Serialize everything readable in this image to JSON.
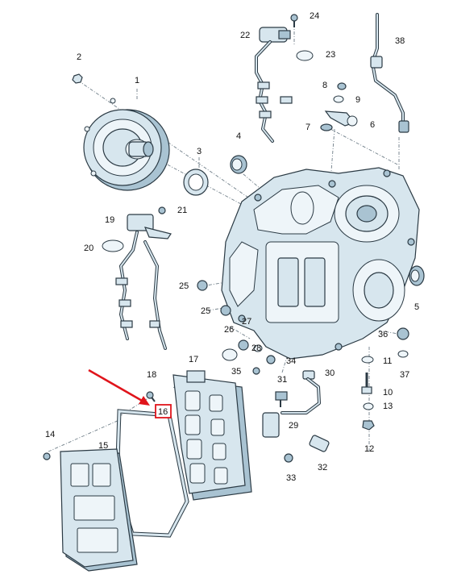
{
  "diagram": {
    "callouts": {
      "c1": "1",
      "c2": "2",
      "c3": "3",
      "c4": "4",
      "c5": "5",
      "c6": "6",
      "c7": "7",
      "c8": "8",
      "c9": "9",
      "c10": "10",
      "c11": "11",
      "c12": "12",
      "c13": "13",
      "c14": "14",
      "c15": "15",
      "c16": "16",
      "c17": "17",
      "c18": "18",
      "c19": "19",
      "c20": "20",
      "c21": "21",
      "c22": "22",
      "c23": "23",
      "c24": "24",
      "c25a": "25",
      "c25b": "25",
      "c26": "26",
      "c27": "27",
      "c28": "28",
      "c29": "29",
      "c30": "30",
      "c31": "31",
      "c32": "32",
      "c33": "33",
      "c34": "34",
      "c35": "35",
      "c36": "36",
      "c37": "37",
      "c38": "38"
    },
    "highlight": {
      "label": "16",
      "color": "#e0141b"
    },
    "colors": {
      "part_fill": "#d7e6ee",
      "line": "#2b3a44",
      "arrow": "#e0141b"
    }
  }
}
